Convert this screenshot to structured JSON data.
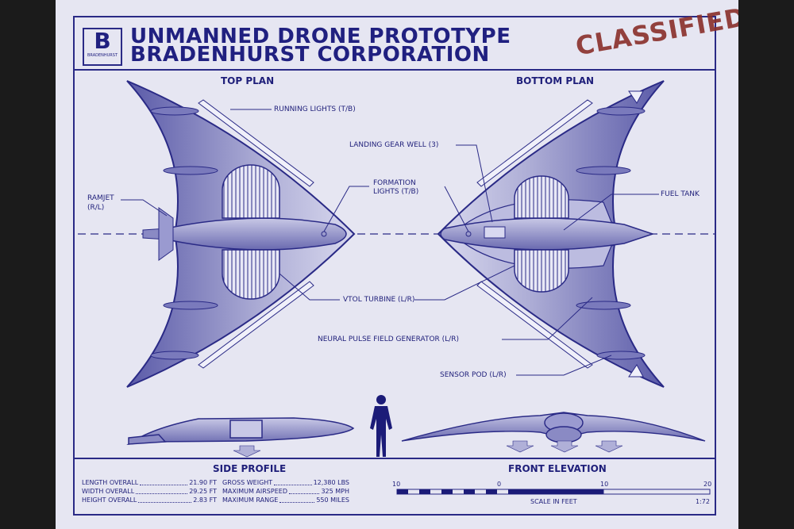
{
  "header": {
    "title_line1": "UNMANNED DRONE PROTOTYPE",
    "title_line2": "BRADENHURST CORPORATION",
    "stamp": "CLASSIFIED",
    "logo_letter": "B",
    "logo_text": "BRADENHURST"
  },
  "views": {
    "top_plan": "TOP PLAN",
    "bottom_plan": "BOTTOM PLAN",
    "side_profile": "SIDE PROFILE",
    "front_elevation": "FRONT ELEVATION"
  },
  "callouts": {
    "running_lights": "RUNNING LIGHTS (T/B)",
    "landing_gear": "LANDING GEAR WELL (3)",
    "formation_lights_1": "FORMATION",
    "formation_lights_2": "LIGHTS (T/B)",
    "ramjet_1": "RAMJET",
    "ramjet_2": "(R/L)",
    "fuel_tank": "FUEL TANK",
    "vtol": "VTOL TURBINE (L/R)",
    "neural": "NEURAL PULSE FIELD GENERATOR (L/R)",
    "sensor": "SENSOR POD (L/R)"
  },
  "specs_left": [
    {
      "label": "LENGTH OVERALL",
      "value": "21.90 FT"
    },
    {
      "label": "WIDTH OVERALL",
      "value": "29.25 FT"
    },
    {
      "label": "HEIGHT OVERALL",
      "value": "2.83 FT"
    }
  ],
  "specs_right": [
    {
      "label": "GROSS WEIGHT",
      "value": "12,380 LBS"
    },
    {
      "label": "MAXIMUM AIRSPEED",
      "value": "325 MPH"
    },
    {
      "label": "MAXIMUM RANGE",
      "value": "550 MILES"
    }
  ],
  "scale": {
    "tick_10": "10",
    "tick_0": "0",
    "tick_10b": "10",
    "tick_20": "20",
    "caption": "SCALE IN FEET",
    "ratio": "1:72"
  },
  "colors": {
    "ink": "#2a2a86",
    "paper": "#e6e6f2",
    "stamp": "#8a2f2a"
  }
}
